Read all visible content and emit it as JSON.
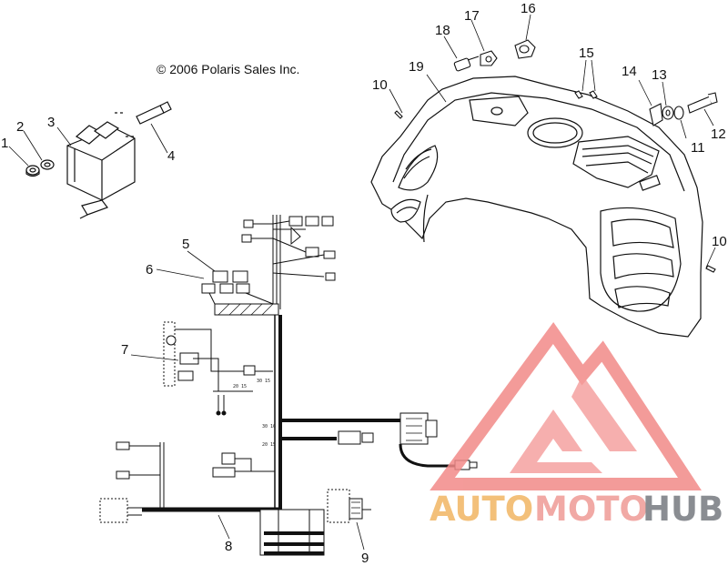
{
  "copyright": "© 2006 Polaris Sales Inc.",
  "callouts": [
    {
      "id": "1",
      "label": "1"
    },
    {
      "id": "2",
      "label": "2"
    },
    {
      "id": "3",
      "label": "3"
    },
    {
      "id": "4",
      "label": "4"
    },
    {
      "id": "5",
      "label": "5"
    },
    {
      "id": "6",
      "label": "6"
    },
    {
      "id": "7",
      "label": "7"
    },
    {
      "id": "8",
      "label": "8"
    },
    {
      "id": "9",
      "label": "9"
    },
    {
      "id": "10a",
      "label": "10"
    },
    {
      "id": "10b",
      "label": "10"
    },
    {
      "id": "11",
      "label": "11"
    },
    {
      "id": "12",
      "label": "12"
    },
    {
      "id": "13",
      "label": "13"
    },
    {
      "id": "14",
      "label": "14"
    },
    {
      "id": "15",
      "label": "15"
    },
    {
      "id": "16",
      "label": "16"
    },
    {
      "id": "17",
      "label": "17"
    },
    {
      "id": "18",
      "label": "18"
    },
    {
      "id": "19",
      "label": "19"
    }
  ],
  "harness_labels": {
    "a": "30 15",
    "b": "20 15",
    "c": "30 16",
    "d": "20 15"
  },
  "watermark": {
    "part1": "AUTO",
    "part2": "MOTO",
    "part3": "HUB",
    "colors": {
      "auto": "#f3c07a",
      "moto": "#f1a9a5",
      "hub": "#8a8d92",
      "logo": "#f28a88"
    }
  }
}
